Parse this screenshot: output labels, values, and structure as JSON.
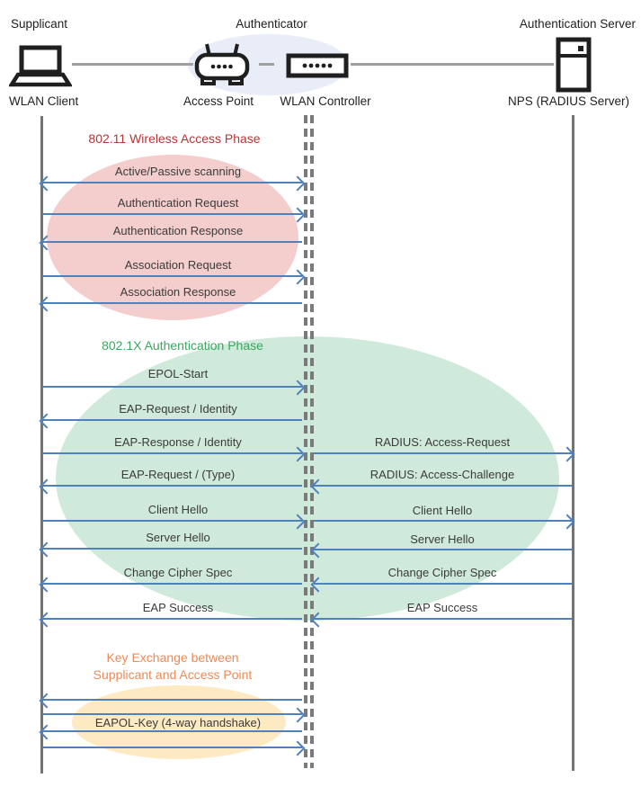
{
  "actors": {
    "supplicant": {
      "role": "Supplicant",
      "device": "WLAN Client"
    },
    "authenticator": {
      "role": "Authenticator",
      "access_point": "Access Point",
      "controller": "WLAN Controller"
    },
    "server": {
      "role": "Authentication Server",
      "device": "NPS (RADIUS Server)"
    }
  },
  "phases": {
    "wireless_access": {
      "title": "802.11 Wireless Access Phase",
      "text_color": "#b63535",
      "ellipse_fill": "#f4cdcd"
    },
    "authentication": {
      "title": "802.1X Authentication Phase",
      "text_color": "#3aa85f",
      "ellipse_fill": "#cfe9da"
    },
    "key_exchange": {
      "title_line1": "Key Exchange between",
      "title_line2": "Supplicant and Access Point",
      "text_color": "#ec8a57",
      "ellipse_fill": "#fdeac2"
    }
  },
  "flows_left": [
    {
      "label": "Active/Passive scanning",
      "direction": "both"
    },
    {
      "label": "Authentication Request",
      "direction": "right"
    },
    {
      "label": "Authentication Response",
      "direction": "left"
    },
    {
      "label": "Association Request",
      "direction": "right"
    },
    {
      "label": "Association Response",
      "direction": "left"
    },
    {
      "label": "EPOL-Start",
      "direction": "right"
    },
    {
      "label": "EAP-Request / Identity",
      "direction": "left"
    },
    {
      "label": "EAP-Response / Identity",
      "direction": "right"
    },
    {
      "label": "EAP-Request / (Type)",
      "direction": "left"
    },
    {
      "label": "Client Hello",
      "direction": "right"
    },
    {
      "label": "Server Hello",
      "direction": "left"
    },
    {
      "label": "Change Cipher Spec",
      "direction": "left"
    },
    {
      "label": "EAP Success",
      "direction": "left"
    },
    {
      "label": "EAPOL-Key (4-way handshake)",
      "direction": "left,right,left,right"
    }
  ],
  "flows_right": [
    {
      "label": "RADIUS: Access-Request",
      "direction": "right"
    },
    {
      "label": "RADIUS: Access-Challenge",
      "direction": "left"
    },
    {
      "label": "Client Hello",
      "direction": "right"
    },
    {
      "label": "Server Hello",
      "direction": "left"
    },
    {
      "label": "Change Cipher Spec",
      "direction": "left"
    },
    {
      "label": "EAP Success",
      "direction": "left"
    }
  ],
  "colors": {
    "arrow": "#4f81bd",
    "lifeline": "#737373",
    "authenticator_group_fill": "#e9edf8"
  }
}
